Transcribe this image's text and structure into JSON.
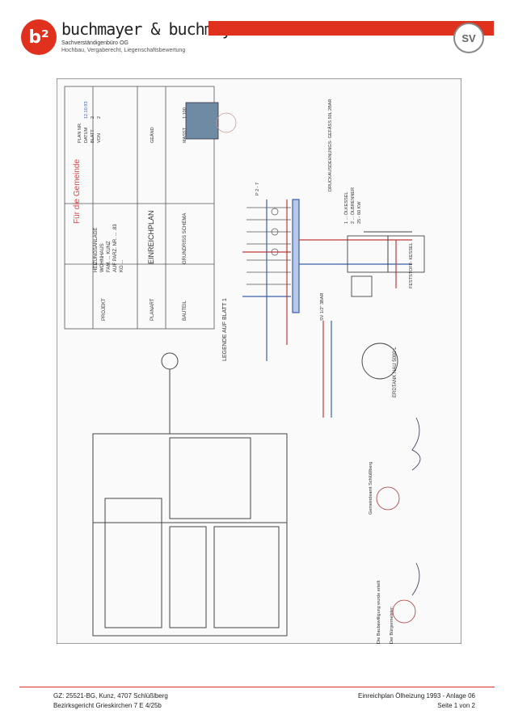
{
  "header": {
    "logo_text": "b²",
    "brand": "buchmayer & buchmayer",
    "subtitle": "Sachverständigenbüro OG",
    "services": "Hochbau, Vergaberecht, Liegenschaftsbewertung",
    "badge": "SV"
  },
  "drawing": {
    "title_block": {
      "header_note": "Für die Gemeinde",
      "project_label": "PROJEKT",
      "project_lines": [
        "HEIZUNGSANLAGE",
        "WOHNHAUS",
        "FAM. ...  KUNZ",
        "AUF PARZ. NR. ... .83",
        "KG ..."
      ],
      "plan_label": "PLANART",
      "plan_value": "EINREICHPLAN",
      "part_label": "BAUTEIL",
      "part_value": "GRUNDRISS SCHEMA",
      "plan_no_label": "PLAN NR.",
      "date_label": "DATUM",
      "sheet_label": "BLATT",
      "of_label": "VON",
      "revision_label": "GEÄND",
      "scale_label": "MASST",
      "scale_value": "1:100",
      "date_value": "12.10.93",
      "sheet_value": "2",
      "of_value": "2"
    },
    "legend_ref": "LEGENDE AUF BLATT 1",
    "expansion_label": "DRUCKAUSDEHNUNGS- GEFÄSS 50L 2BAR",
    "boiler_label_1": "1 ... ÖLKESSEL",
    "boiler_label_2": "2 ... ÖLBRENNER",
    "boiler_spec": "25 - 60 KW",
    "solid_fuel": "FESTSTOFF- KESSEL",
    "valve_label": "SV 1/2\" 3BAR",
    "tank_label": "ERDTANK NAU 5000 L",
    "pump_label": "P 2 - 7",
    "stamp_text": "Gemeindeamt Schlüßlberg",
    "approval_text": "Die Baubewilligung wurde erteilt",
    "mayor_text": "Der Bürgermeister:"
  },
  "footer": {
    "left_line1": "GZ: 25521-BG, Kunz, 4707 Schlüßlberg",
    "left_line2": "Bezirksgericht Grieskirchen 7 E 4/25b",
    "right_line1": "Einreichplan Ölheizung 1993 - Anlage 06",
    "right_line2": "Seite 1 von 2"
  },
  "colors": {
    "accent": "#e0301e",
    "blue_line": "#3a5fa8",
    "red_line": "#c23a3a"
  }
}
